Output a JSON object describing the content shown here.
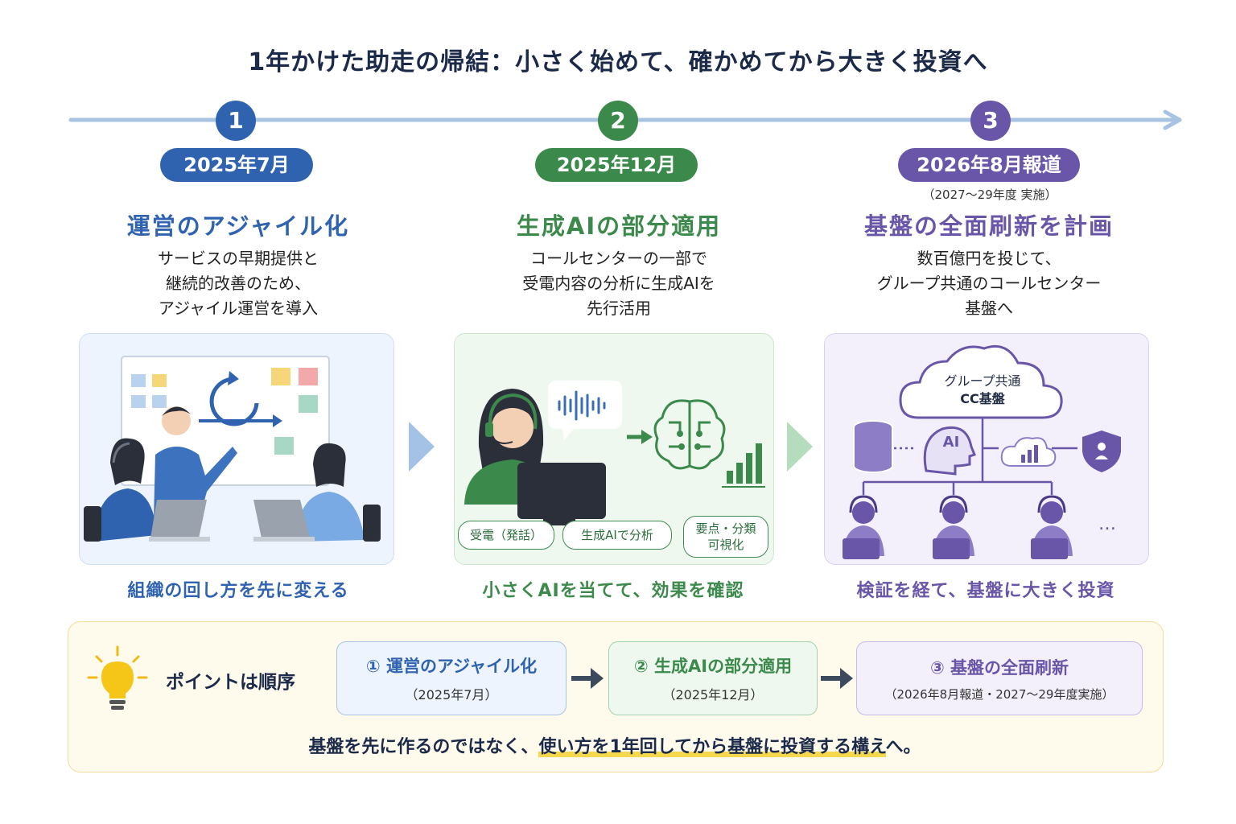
{
  "title": "1年かけた助走の帰結：小さく始めて、確かめてから大きく投資へ",
  "colors": {
    "blue": "#2f63b0",
    "green": "#3b8a4c",
    "purple": "#6a56a8",
    "timeline": "#a9c3e3"
  },
  "steps": [
    {
      "num": "1",
      "date": "2025年7月",
      "note": "",
      "heading": "運営のアジャイル化",
      "desc": [
        "サービスの早期提供と",
        "継続的改善のため、",
        "アジャイル運営を導入"
      ],
      "footer": "組織の回し方を先に変える"
    },
    {
      "num": "2",
      "date": "2025年12月",
      "note": "",
      "heading": "生成AIの部分適用",
      "desc": [
        "コールセンターの一部で",
        "受電内容の分析に生成AIを",
        "先行活用"
      ],
      "footer": "小さくAIを当てて、効果を確認",
      "chips": [
        "受電（発話）",
        "生成AIで分析",
        "要点・分類\n可視化"
      ]
    },
    {
      "num": "3",
      "date": "2026年8月報道",
      "note": "（2027〜29年度 実施）",
      "heading": "基盤の全面刷新を計画",
      "desc": [
        "数百億円を投じて、",
        "グループ共通のコールセンター",
        "基盤へ"
      ],
      "footer": "検証を経て、基盤に大きく投資",
      "cloud": [
        "グループ共通",
        "CC基盤"
      ],
      "ai_label": "AI",
      "more": "…"
    }
  ],
  "summary": {
    "label": "ポイントは順序",
    "boxes": [
      {
        "l1": "① 運営のアジャイル化",
        "l2": "（2025年7月）"
      },
      {
        "l1": "② 生成AIの部分適用",
        "l2": "（2025年12月）"
      },
      {
        "l1": "③ 基盤の全面刷新",
        "l2": "（2026年8月報道・2027〜29年度実施）"
      }
    ],
    "conclusion_pre": "基盤を先に作るのではなく、",
    "conclusion_hl": "使い方を1年回してから基盤に投資する構え",
    "conclusion_post": "へ。"
  }
}
